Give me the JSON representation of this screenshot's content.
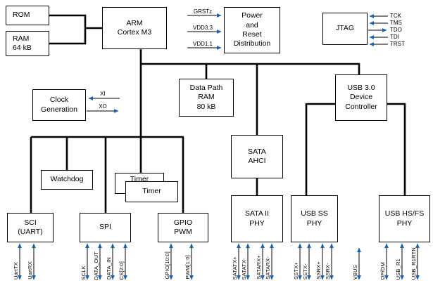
{
  "blocks": {
    "rom": "ROM",
    "ram": "RAM\n64 kB",
    "arm": "ARM\nCortex M3",
    "power": "Power\nand\nReset\nDistribution",
    "jtag": "JTAG",
    "clock": "Clock\nGeneration",
    "data_path_ram": "Data Path\nRAM\n80 kB",
    "usb3_controller": "USB 3.0\nDevice\nController",
    "sata_ahci": "SATA\nAHCI",
    "watchdog": "Watchdog",
    "timer_back": "Timer",
    "timer_front": "Timer",
    "sci": "SCI\n(UART)",
    "spi": "SPI",
    "gpio_pwm": "GPIO\nPWM",
    "sata2_phy": "SATA II\nPHY",
    "usb_ss_phy": "USB SS\nPHY",
    "usb_hsfs_phy": "USB HS/FS\nPHY"
  },
  "signals": {
    "power": [
      "GRSTz",
      "VDD3.3",
      "VDD1.1"
    ],
    "jtag": [
      "TCK",
      "TMS",
      "TDO",
      "TDI",
      "TRST"
    ],
    "clock": [
      "XI",
      "XO"
    ],
    "uart": [
      "UartTX",
      "UartRX"
    ],
    "spi": [
      "SCLK",
      "DATA_OUT",
      "DATA_IN",
      "CS[2:0]"
    ],
    "gpio": [
      "GPIO[10:0]",
      "PWM[1:0]"
    ],
    "sata": [
      "SATATX+",
      "SATATX-",
      "SATARX+",
      "SATARX-"
    ],
    "usb_ss": [
      "SSTX+",
      "SSTX-",
      "SSRX+",
      "SSRX-"
    ],
    "vbus": "VBUS",
    "usb_hsfs": [
      "DP/DM",
      "USB_R1",
      "USB_R1RTN"
    ]
  },
  "colors": {
    "background": "#ffffff",
    "wire": "#000000",
    "box-border": "#000000",
    "text": "#000000",
    "arrow": "#1b5fad"
  }
}
